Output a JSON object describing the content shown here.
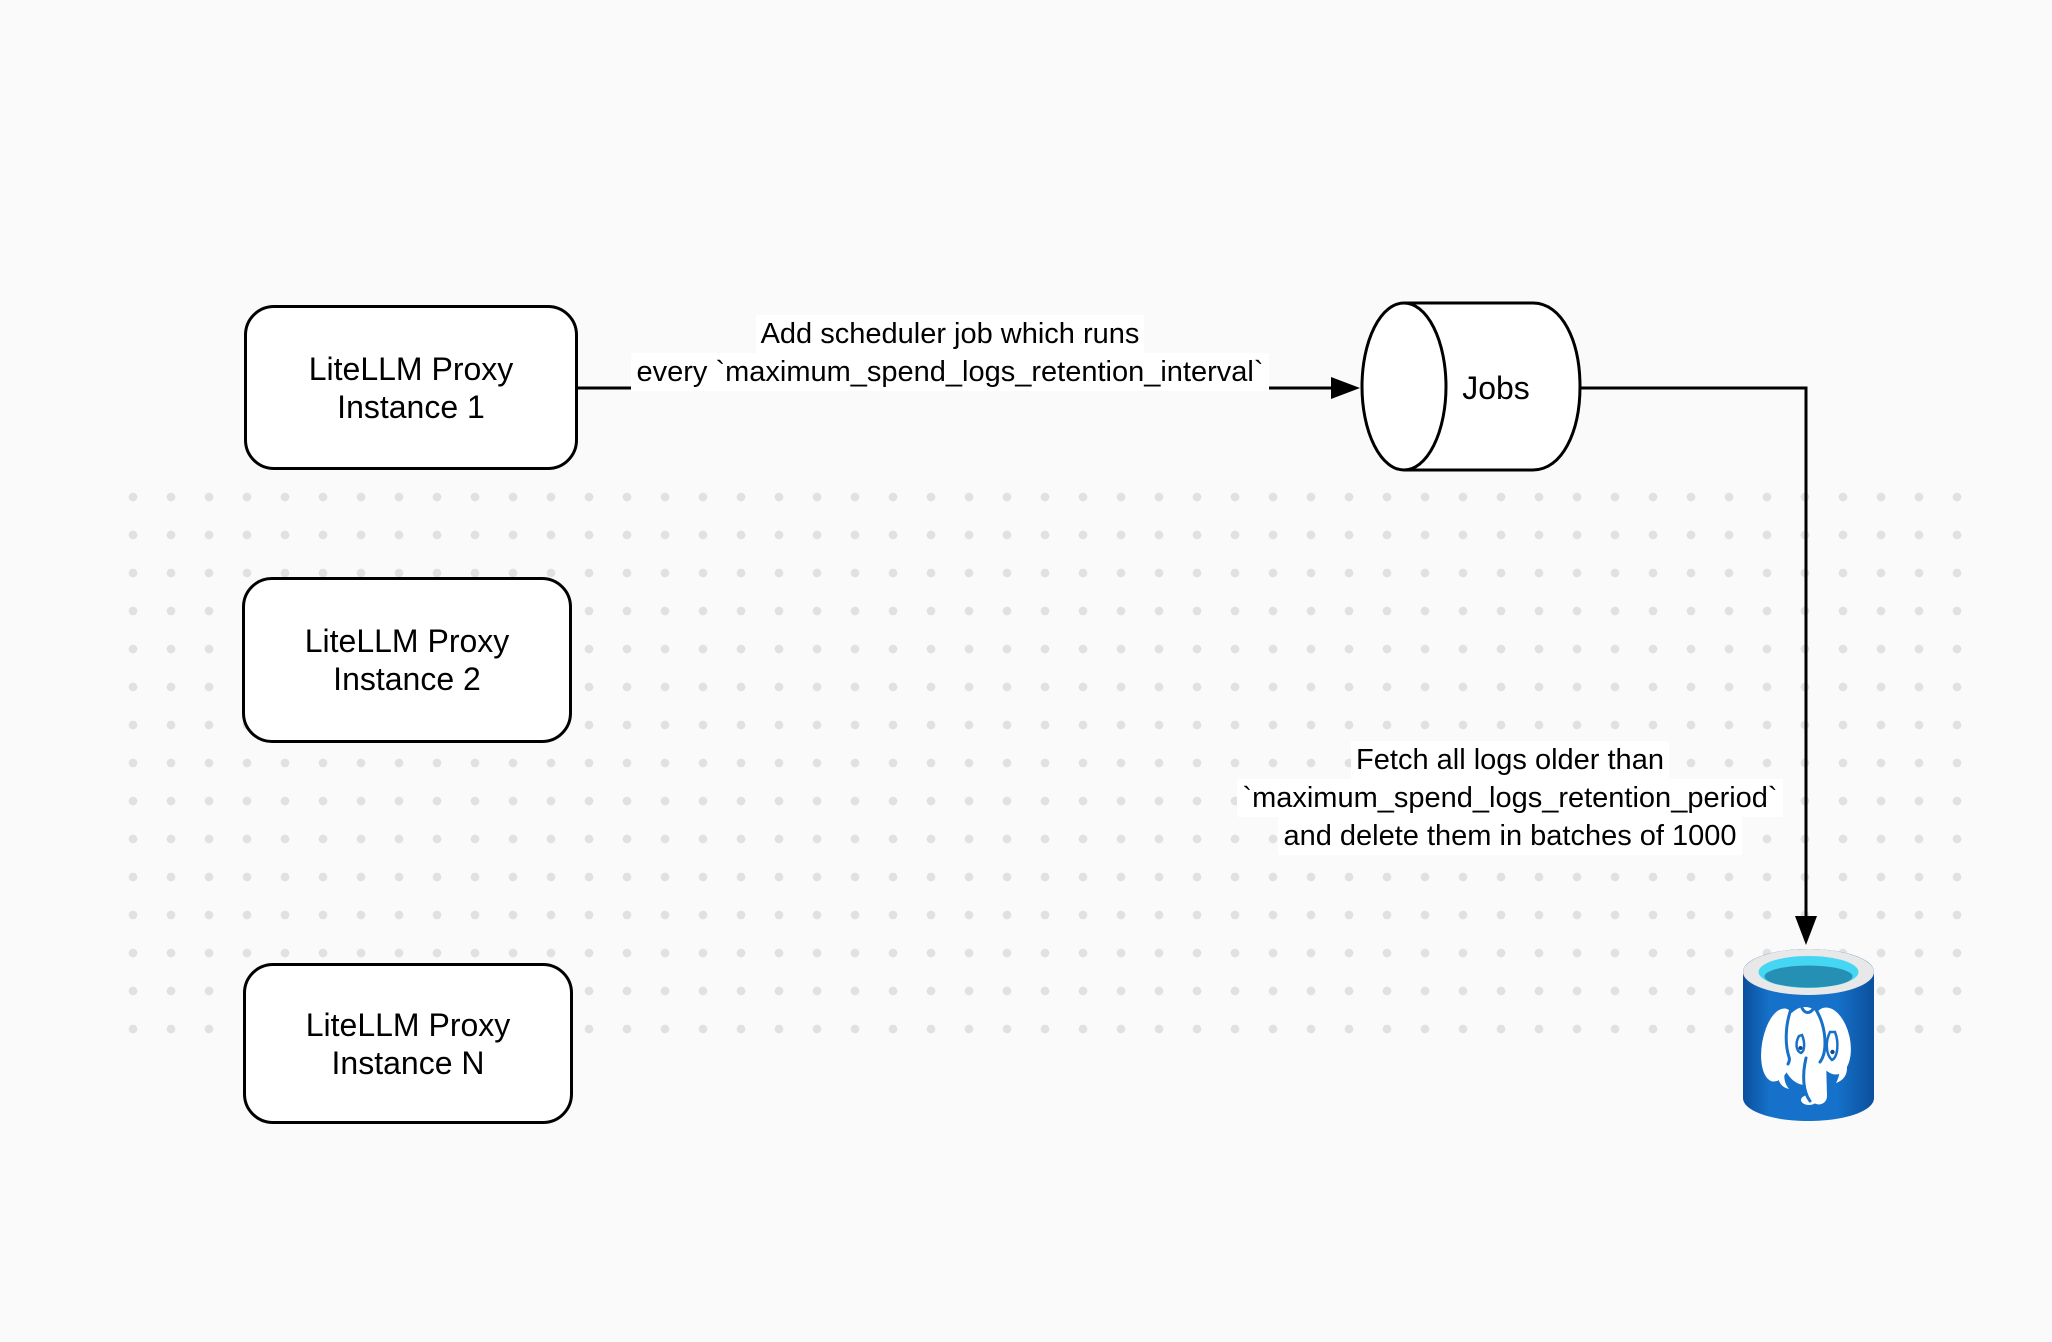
{
  "diagram": {
    "nodes": {
      "proxy1": {
        "label": "LiteLLM Proxy\nInstance 1"
      },
      "proxy2": {
        "label": "LiteLLM Proxy\nInstance 2"
      },
      "proxyN": {
        "label": "LiteLLM Proxy\nInstance N"
      },
      "jobs": {
        "label": "Jobs",
        "shape": "horizontal-cylinder"
      },
      "postgres": {
        "icon": "postgresql-database-icon"
      }
    },
    "edges": {
      "scheduler": {
        "from": "proxy1",
        "to": "jobs",
        "lines": [
          "Add scheduler job which runs",
          "every `maximum_spend_logs_retention_interval`"
        ]
      },
      "fetch": {
        "from": "jobs",
        "to": "postgres",
        "lines": [
          "Fetch all logs older than",
          "`maximum_spend_logs_retention_period`",
          "and delete them in batches of 1000"
        ]
      }
    }
  },
  "colors": {
    "page_bg": "#fafafa",
    "dot": "#e1e1e1",
    "line": "#000000",
    "node_bg": "#ffffff",
    "db_blue": "#1571c9",
    "db_blue_dark": "#0b4f9d",
    "db_rim": "#e8e8e8",
    "db_cyan": "#45d6f3",
    "db_teal": "#2590b4",
    "db_pupil": "#0d4a8f"
  }
}
